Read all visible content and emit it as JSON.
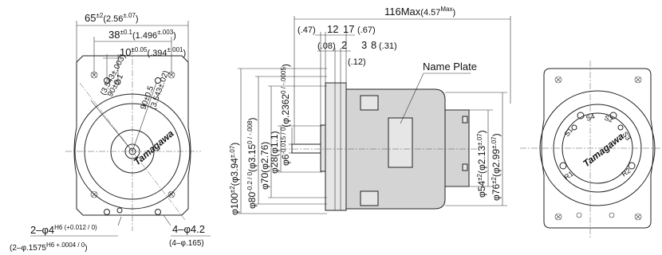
{
  "views": {
    "front": {
      "dim_65": "65",
      "dim_65_tol": "±2",
      "dim_65_inch": "(2.56",
      "dim_65_inch_tol": "±.07",
      "dim_65_close": ")",
      "dim_38": "38",
      "dim_38_tol": "±0.1",
      "dim_38_inch": "(1.496",
      "dim_38_inch_tol": "±.003",
      "dim_38_close": ")",
      "dim_10": "10",
      "dim_10_tol": "±0.05",
      "dim_10_inch": "(.394",
      "dim_10_inch_tol": "±.001",
      "dim_10_close": ")",
      "angle_a": "90±0.1",
      "angle_b": "90±0.5",
      "rad_a": "(3.543±.003)",
      "rad_b": "(3.543±.02)",
      "logo": "Tamagawa",
      "hole_a": "2–φ4",
      "hole_a_tol": "H6 (+0.012 / 0)",
      "hole_a_inch": "(2–φ.1575",
      "hole_a_inch_tol": "H6 +.0004 / 0",
      "hole_a_inch_close": ")",
      "hole_b": "4–φ4.2",
      "hole_b_inch": "(4–φ.165)"
    },
    "side": {
      "dim_116": "116Max",
      "dim_116_inch": "(4.57",
      "dim_116_inch_sup": "Max",
      "dim_116_close": ")",
      "d47": "(.47)",
      "d12": "12",
      "d17": "17",
      "d67": "(.67)",
      "d08": "(.08)",
      "d2": "2",
      "d3": "3",
      "d8": "8",
      "d31": "(.31)",
      "d12i": "(.12)",
      "name_plate": "Name Plate",
      "dia100": "φ100",
      "dia100_tol": "±2",
      "dia100_inch": "(φ3.94",
      "dia100_inch_tol": "±.07",
      "dia100_close": ")",
      "dia80": "φ80",
      "dia80_tol": "-0.2 / 0",
      "dia80_inch": "(φ3.15",
      "dia80_inch_tol": "0 / -.008",
      "dia80_close": ")",
      "dia70": "φ70",
      "dia70_inch": "(φ2.76)",
      "dia28": "φ28",
      "dia28_inch": "(φ1.1)",
      "dia6": "φ6",
      "dia6_tol": "-0.015 / 0",
      "dia6_inch": "(φ.2362",
      "dia6_inch_tol": "0 / -.0005",
      "dia6_close": ")",
      "dia54": "φ54",
      "dia54_tol": "±2",
      "dia54_inch": "(φ2.13",
      "dia54_inch_tol": "±.07",
      "dia54_close": ")",
      "dia76": "φ76",
      "dia76_tol": "±2",
      "dia76_inch": "(φ2.99",
      "dia76_inch_tol": "±.07",
      "dia76_close": ")"
    },
    "rear": {
      "logo": "Tamagawa",
      "s1": "S1",
      "s2": "S2",
      "s3": "S3",
      "s4": "S4",
      "r1": "R1",
      "r2": "R2"
    }
  }
}
